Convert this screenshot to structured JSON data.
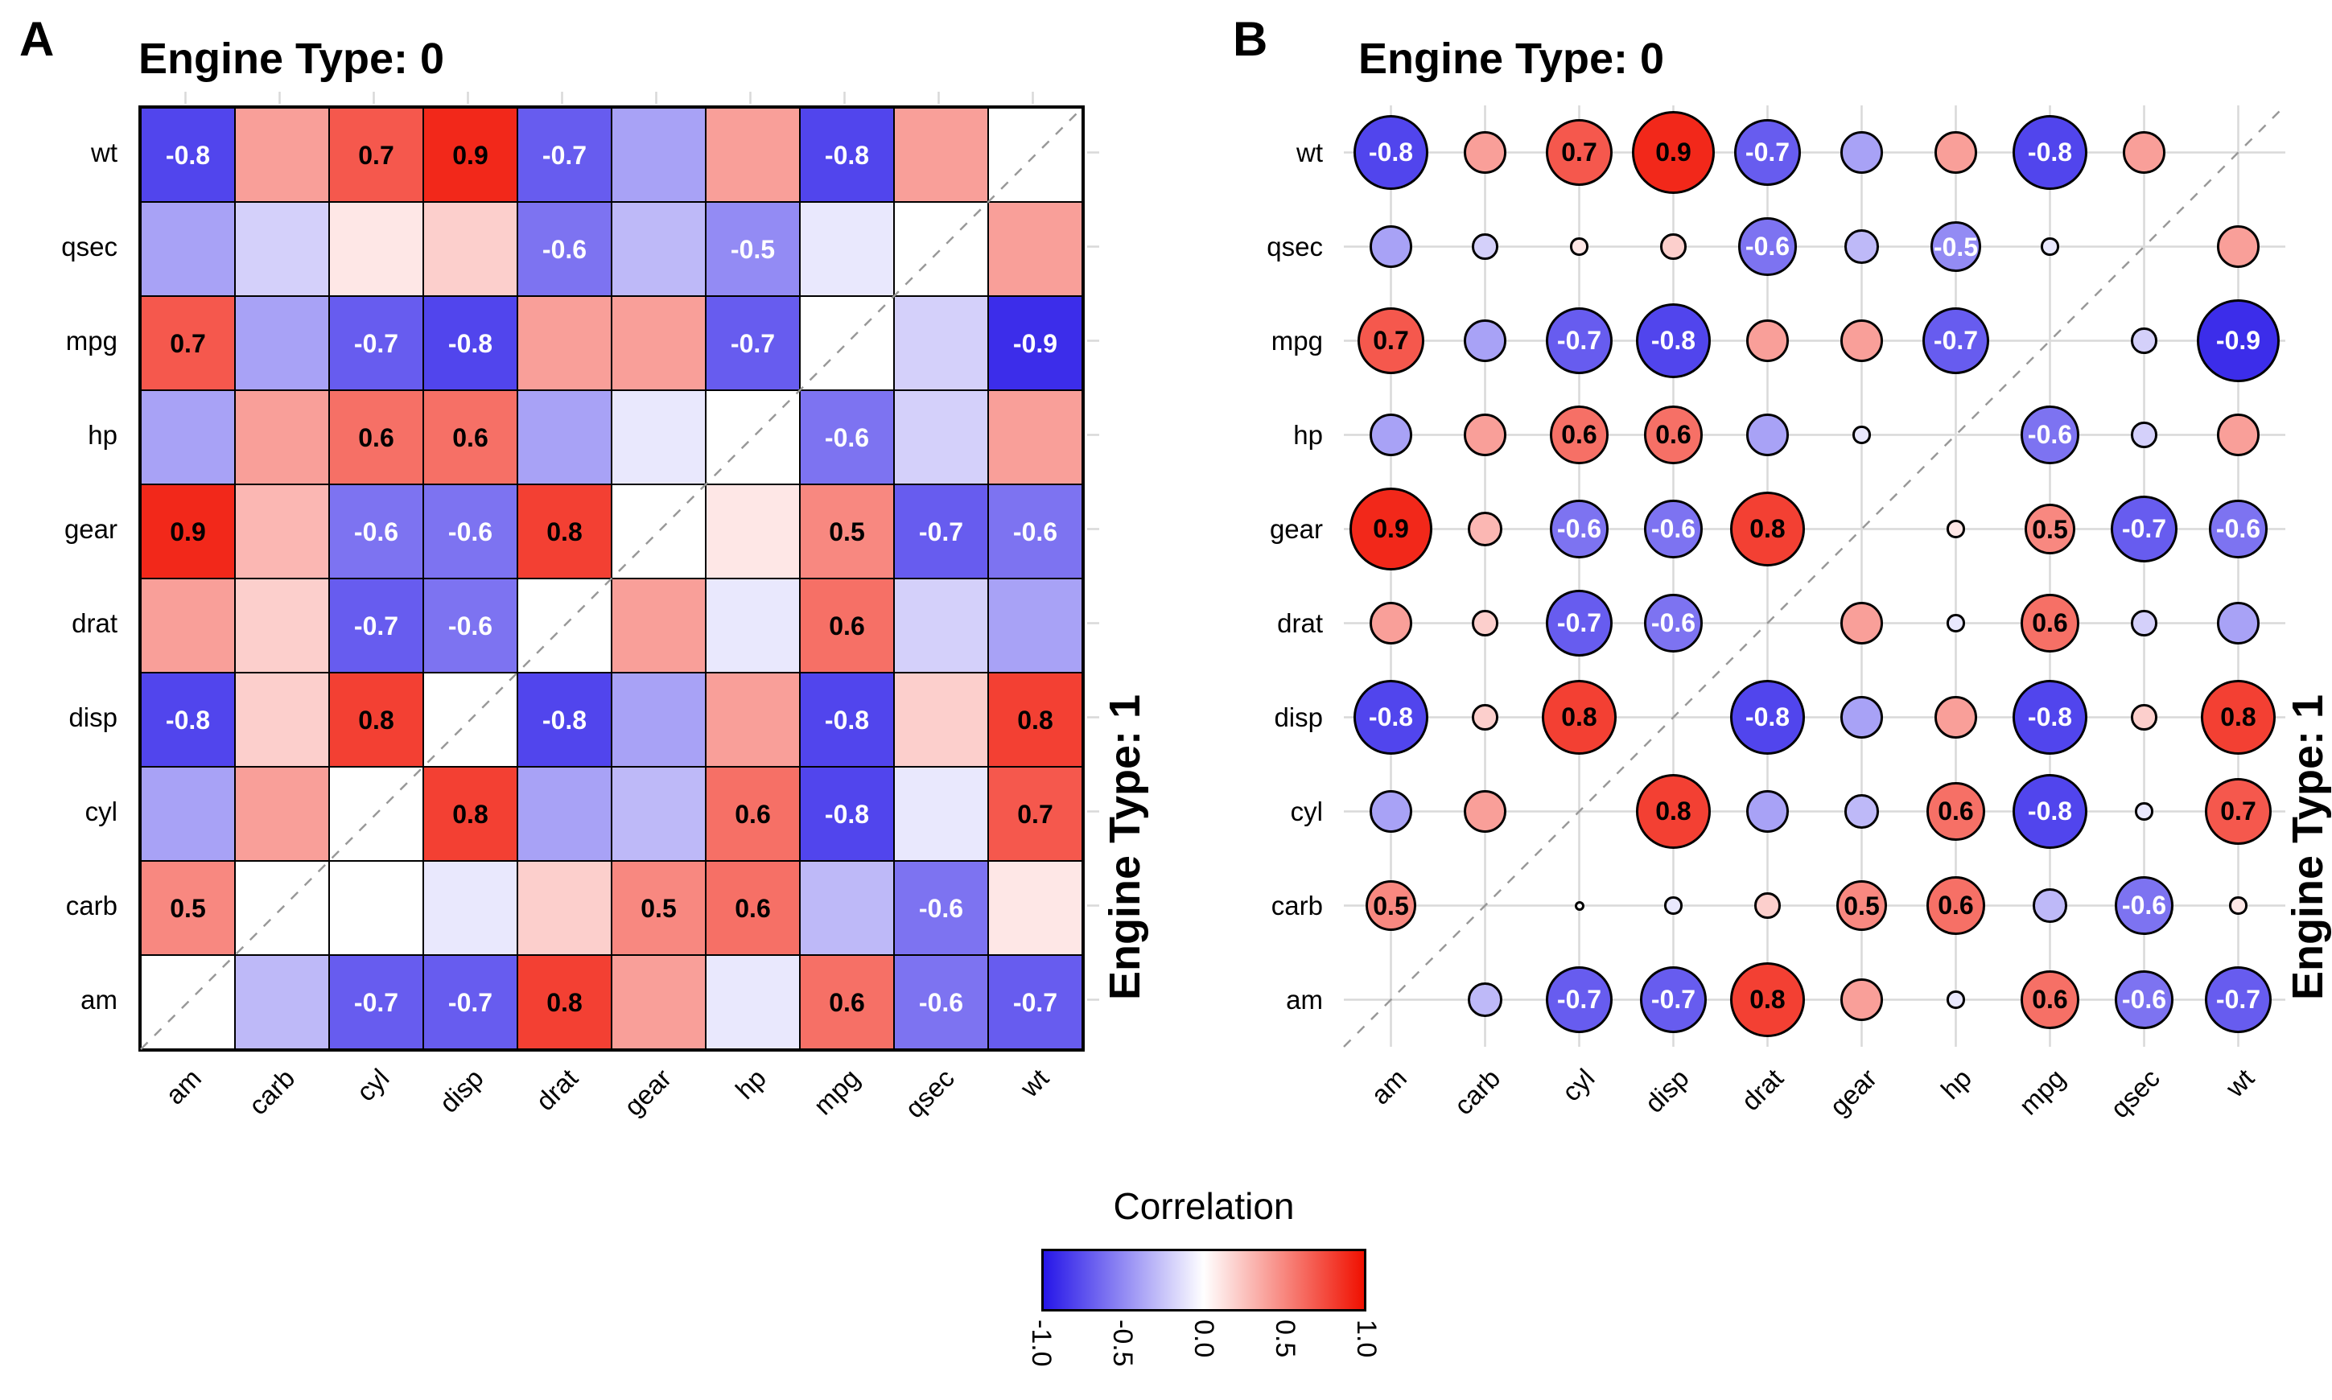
{
  "figure": {
    "panels": [
      {
        "letter": "A",
        "title": "Engine Type: 0",
        "right_label": "Engine Type: 1",
        "style": "tiles"
      },
      {
        "letter": "B",
        "title": "Engine Type: 0",
        "right_label": "Engine Type: 1",
        "style": "circles"
      }
    ],
    "legend": {
      "title": "Correlation",
      "ticks": [
        "-1.0",
        "-0.5",
        "0.0",
        "0.5",
        "1.0"
      ]
    }
  },
  "chart_data": {
    "type": "heatmap",
    "subtype": "split-correlation-matrix",
    "upper_triangle_group": "Engine Type: 0",
    "lower_triangle_group": "Engine Type: 1",
    "x_categories": [
      "am",
      "carb",
      "cyl",
      "disp",
      "drat",
      "gear",
      "hp",
      "mpg",
      "qsec",
      "wt"
    ],
    "y_categories_top_to_bottom": [
      "wt",
      "qsec",
      "mpg",
      "hp",
      "gear",
      "drat",
      "disp",
      "cyl",
      "carb",
      "am"
    ],
    "label_threshold": 0.5,
    "color_scale": {
      "min": -1,
      "max": 1,
      "low": "#2616e8",
      "mid": "#ffffff",
      "high": "#f01000"
    },
    "grid_color": "#d9d9d9",
    "diagonal_dash_color": "#999999",
    "values": [
      [
        -0.8,
        0.4,
        0.7,
        0.9,
        -0.7,
        -0.4,
        0.4,
        -0.8,
        0.4,
        null
      ],
      [
        -0.4,
        -0.2,
        0.1,
        0.2,
        -0.6,
        -0.3,
        -0.5,
        -0.1,
        null,
        0.4
      ],
      [
        0.7,
        -0.4,
        -0.7,
        -0.8,
        0.4,
        0.4,
        -0.7,
        null,
        -0.2,
        -0.9
      ],
      [
        -0.4,
        0.4,
        0.6,
        0.6,
        -0.4,
        -0.1,
        null,
        -0.6,
        -0.2,
        0.4
      ],
      [
        0.9,
        0.3,
        -0.6,
        -0.6,
        0.8,
        null,
        0.1,
        0.5,
        -0.7,
        -0.6
      ],
      [
        0.4,
        0.2,
        -0.7,
        -0.6,
        null,
        0.4,
        -0.1,
        0.6,
        -0.2,
        -0.4
      ],
      [
        -0.8,
        0.2,
        0.8,
        null,
        -0.8,
        -0.4,
        0.4,
        -0.8,
        0.2,
        0.8
      ],
      [
        -0.4,
        0.4,
        null,
        0.8,
        -0.4,
        -0.3,
        0.6,
        -0.8,
        -0.1,
        0.7
      ],
      [
        0.5,
        null,
        0.0,
        -0.1,
        0.2,
        0.5,
        0.6,
        -0.3,
        -0.6,
        0.1
      ],
      [
        null,
        -0.3,
        -0.7,
        -0.7,
        0.8,
        0.4,
        -0.1,
        0.6,
        -0.6,
        -0.7
      ]
    ]
  }
}
